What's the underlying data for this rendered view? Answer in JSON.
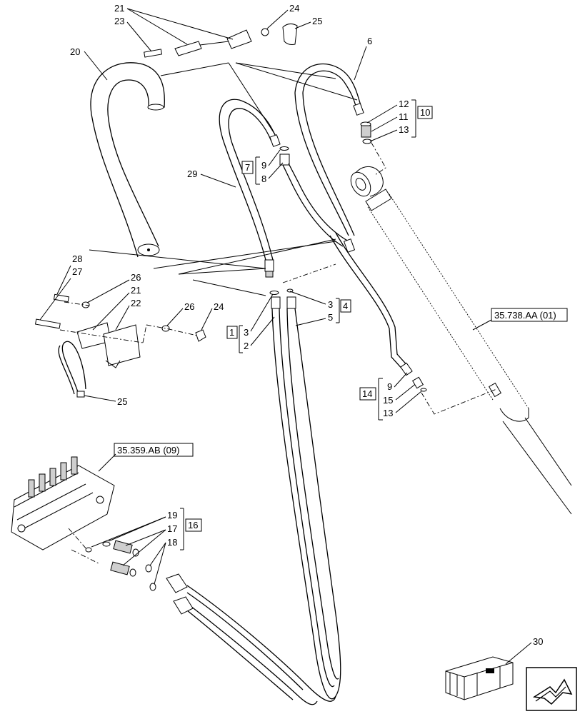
{
  "callouts": {
    "c21_top": "21",
    "c23": "23",
    "c24_top": "24",
    "c25_top": "25",
    "c20": "20",
    "c6": "6",
    "c12": "12",
    "c11": "11",
    "c13_top": "13",
    "c10": "10",
    "c7": "7",
    "c9_top": "9",
    "c8": "8",
    "c29": "29",
    "c28": "28",
    "c27": "27",
    "c26_left": "26",
    "c21_mid": "21",
    "c22": "22",
    "c26_right": "26",
    "c24_mid": "24",
    "c3_right": "3",
    "c4": "4",
    "c5": "5",
    "c1": "1",
    "c3_left": "3",
    "c2": "2",
    "c25_bottom": "25",
    "c9_bottom": "9",
    "c14": "14",
    "c15": "15",
    "c13_bottom": "13",
    "c19": "19",
    "c17": "17",
    "c18": "18",
    "c16": "16",
    "c30": "30"
  },
  "references": {
    "cylinder_ref": "35.738.AA (01)",
    "valve_ref": "35.359.AB (09)"
  },
  "icons": {
    "box": "crate-box-icon",
    "nav": "next-page-arrow-icon"
  }
}
